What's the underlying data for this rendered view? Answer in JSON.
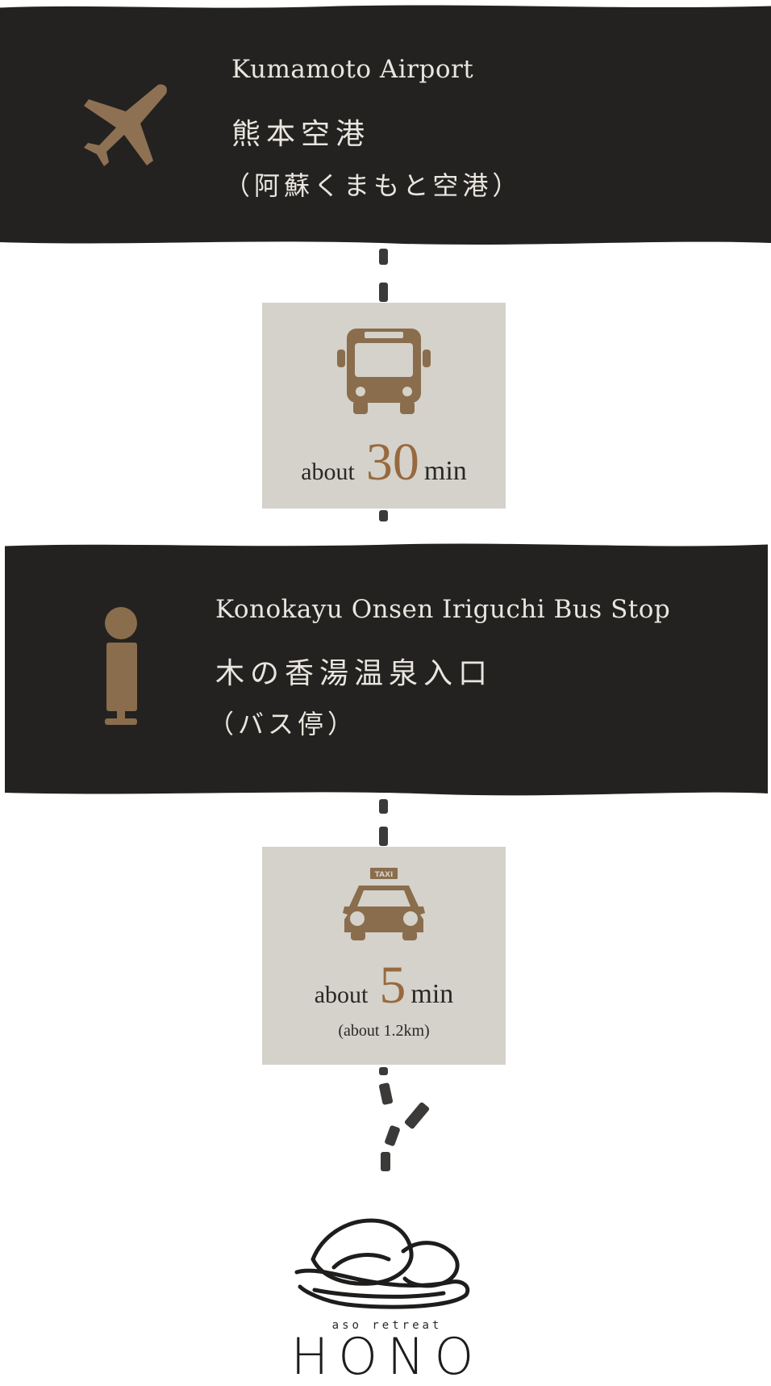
{
  "route": {
    "origin": {
      "name_en": "Kumamoto Airport",
      "name_ja": "熊本空港",
      "name_sub": "（阿蘇くまもと空港）",
      "icon": "airplane-icon"
    },
    "leg1": {
      "icon": "bus-icon",
      "about": "about",
      "minutes": "30",
      "unit": "min"
    },
    "stop": {
      "name_en": "Konokayu Onsen Iriguchi Bus Stop",
      "name_ja": "木の香湯温泉入口",
      "name_sub": "（バス停）",
      "icon": "bus-stop-icon"
    },
    "leg2": {
      "icon": "taxi-icon",
      "taxi_sign": "TAXI",
      "about": "about",
      "minutes": "5",
      "unit": "min",
      "distance": "(about 1.2km)"
    }
  },
  "logo": {
    "sub": "aso retreat",
    "main": "HONO",
    "icon": "hono-logo-icon"
  },
  "colors": {
    "dark_panel": "#232221",
    "leg_panel": "#d4d2ca",
    "accent_brown": "#98693f",
    "icon_brown": "#8a6d4c"
  }
}
